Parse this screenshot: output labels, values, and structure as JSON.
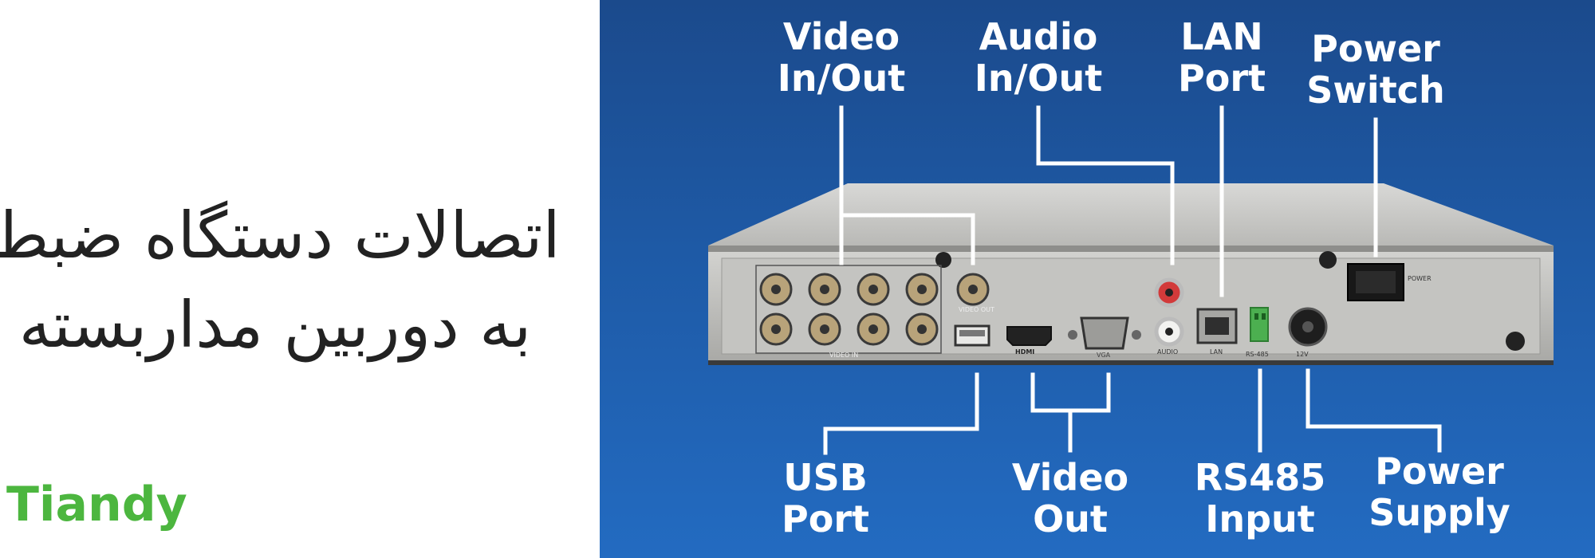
{
  "heading": {
    "line1": "اتصالات دستگاه ضبط",
    "line2": "به دوربین مداربسته"
  },
  "brand": "Tiandy",
  "callouts": {
    "video_in_out": "Video\nIn/Out",
    "audio_in_out": "Audio\nIn/Out",
    "lan_port": "LAN\nPort",
    "power_switch": "Power\nSwitch",
    "usb_port": "USB\nPort",
    "video_out": "Video\nOut",
    "rs485_input": "RS485\nInput",
    "power_supply": "Power\nSupply"
  },
  "device_labels": {
    "video_in": "VIDEO IN",
    "video_out": "VIDEO OUT",
    "hdmi": "HDMI",
    "vga": "VGA",
    "audio": "AUDIO",
    "lan": "LAN",
    "rs485": "RS-485",
    "dc12v": "12V",
    "power": "POWER"
  },
  "colors": {
    "brand_green": "#4cb63f",
    "panel_blue": "#1e5aa6",
    "callout_text": "#ffffff",
    "heading_text": "#222222"
  }
}
